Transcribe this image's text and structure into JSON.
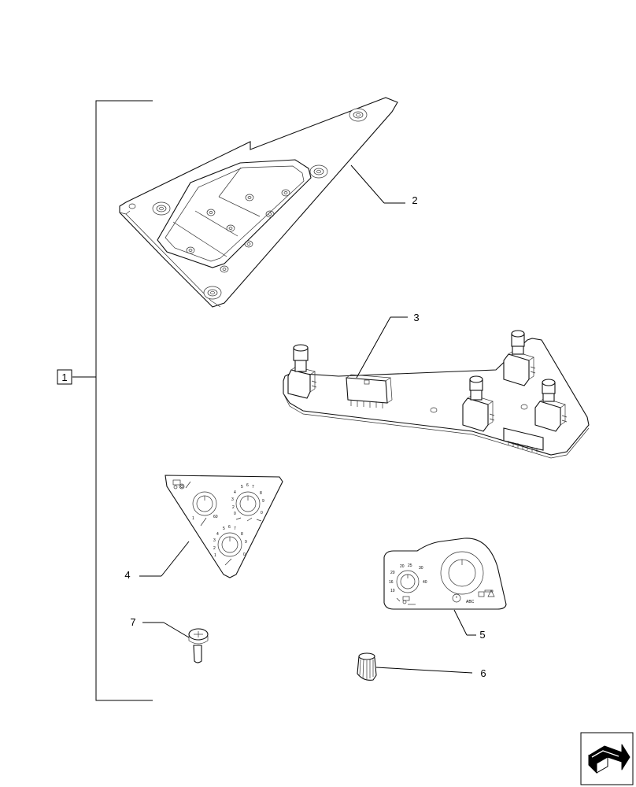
{
  "callouts": {
    "assembly": "1",
    "bracket": "2",
    "circuit_board": "3",
    "control_panel_left": "4",
    "control_panel_right": "5",
    "knob": "6",
    "screw": "7"
  },
  "icons": {
    "navigation": "next-page-arrow-icon"
  }
}
